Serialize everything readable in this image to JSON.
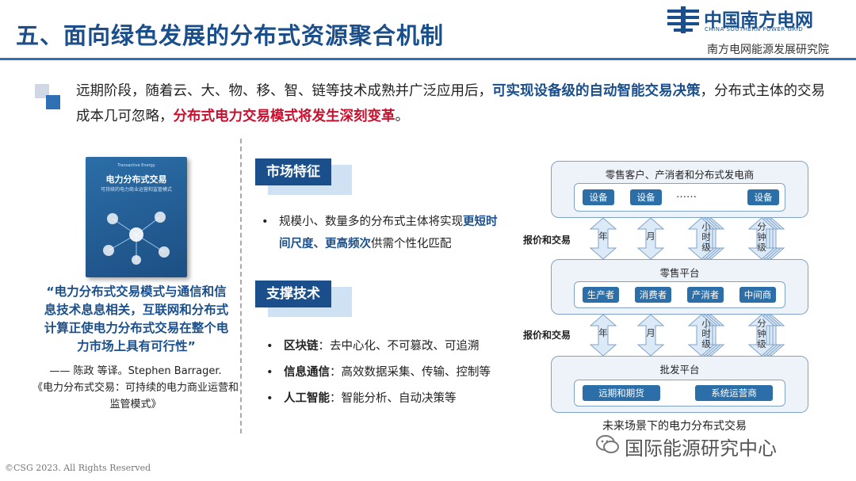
{
  "header": {
    "title": "五、面向绿色发展的分布式资源聚合机制",
    "logo_name": "中国南方电网",
    "logo_en": "CHINA SOUTHERN POWER GRID",
    "institute": "南方电网能源发展研究院"
  },
  "intro": {
    "part1": "远期阶段，随着云、大、物、移、智、链等技术成熟并广泛应用后，",
    "highlight1": "可实现设备级的自动智能交易决策",
    "part2": "，分布式主体的交易成本几可忽略，",
    "highlight2": "分布式电力交易模式将发生深刻变革",
    "part3": "。"
  },
  "book": {
    "cover_en": "Transactive Energy",
    "cover_title": "电力分布式交易",
    "cover_subtitle": "可持续的电力商业运营和监管模式",
    "quote": "“电力分布式交易模式与通信和信息技术息息相关，互联网和分布式计算正使电力分布式交易在整个电力市场上具有可行性”",
    "author_line1": "—— 陈政 等译。Stephen Barrager.",
    "author_line2": "《电力分布式交易：可持续的电力商业运营和监管模式》"
  },
  "market": {
    "heading": "市场特征",
    "bullet": "•",
    "text_prefix": "规模小、数量多的分布式主体将实现",
    "text_highlight": "更短时间尺度、更高频次",
    "text_suffix": "供需个性化匹配"
  },
  "support": {
    "heading": "支撑技术",
    "items": [
      {
        "label": "区块链",
        "desc": "：去中心化、不可篡改、可追溯"
      },
      {
        "label": "信息通信",
        "desc": "：高效数据采集、传输、控制等"
      },
      {
        "label": "人工智能",
        "desc": "：智能分析、自动决策等"
      }
    ]
  },
  "diagram": {
    "top_layer": "零售客户、产消者和分布式发电商",
    "devices": [
      "设备",
      "设备",
      "……",
      "设备"
    ],
    "trade_label_1": "报价和交易",
    "trade_label_2": "报价和交易",
    "arrows": [
      "年",
      "月",
      "小时级",
      "分钟级"
    ],
    "retail_layer": "零售平台",
    "retail_chips": [
      "生产者",
      "消费者",
      "产消者",
      "中间商"
    ],
    "wholesale_layer": "批发平台",
    "wholesale_chips": [
      "远期和期货",
      "系统运营商"
    ],
    "caption": "未来场景下的电力分布式交易",
    "colors": {
      "chip": "#2c6ea8",
      "border": "#7fa3c8",
      "arrow": "#9fc0e6"
    }
  },
  "watermark": "国际能源研究中心",
  "copyright": "©CSG 2023. All Rights Reserved",
  "colors": {
    "brand_blue": "#1a4f8c",
    "highlight_red": "#c8102e",
    "accent_blue": "#2f6fb3"
  }
}
